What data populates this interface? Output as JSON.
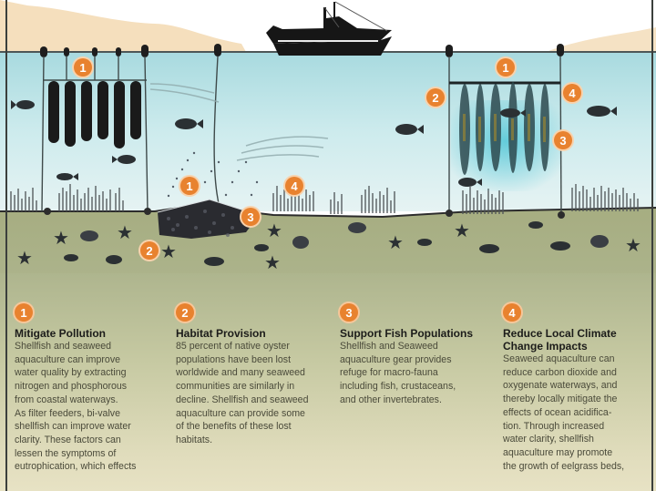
{
  "figure": {
    "scene_markers": {
      "left_longline": [
        "1"
      ],
      "bottom_cage": [
        "1",
        "2",
        "3",
        "4"
      ],
      "right_seaweed_line": [
        "1",
        "2",
        "3",
        "4"
      ]
    }
  },
  "benefits": [
    {
      "number": "1",
      "title": "Mitigate Pollution",
      "lines": [
        "Shellfish and seaweed",
        "aquaculture can improve",
        "water quality by extracting",
        "nitrogen and phosphorous",
        "from coastal waterways.",
        "As filter feeders,  bi-valve",
        "shellfish can improve water",
        "clarity. These factors can",
        "lessen the symptoms of",
        "eutrophication, which effects"
      ]
    },
    {
      "number": "2",
      "title": "Habitat Provision",
      "lines": [
        "85 percent of native oyster",
        "populations have been lost",
        "worldwide and many seaweed",
        "communities are similarly in",
        "decline. Shellfish and seaweed",
        "aquaculture can provide some",
        "of the benefits of these lost",
        "habitats."
      ]
    },
    {
      "number": "3",
      "title": "Support Fish Populations",
      "lines": [
        "Shellfish and Seaweed",
        "aquaculture gear provides",
        "refuge for macro-fauna",
        "including fish, crustaceans,",
        "and other invertebrates."
      ]
    },
    {
      "number": "4",
      "title": "Reduce Local Climate Change Impacts",
      "lines": [
        "Seaweed aquaculture can",
        "reduce carbon dioxide and",
        "oxygenate waterways, and",
        "thereby locally mitigate the",
        "effects of ocean acidifica-",
        "tion. Through increased",
        "water clarity, shellfish",
        "aquaculture may promote",
        "the growth of eelgrass beds,"
      ]
    }
  ],
  "colors": {
    "marker_orange": "#e8822f",
    "water": "#bfe3e6",
    "seabed": "#a9b184",
    "sand_shore": "#f5dfbd"
  }
}
